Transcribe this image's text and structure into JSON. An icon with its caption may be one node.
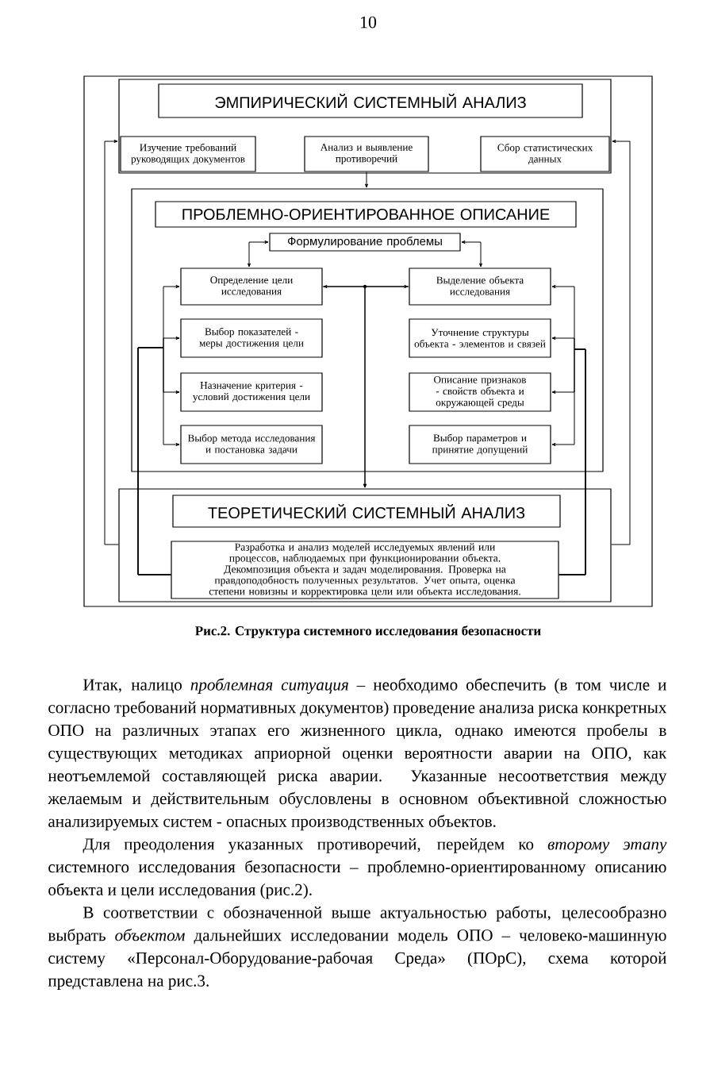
{
  "diagram": {
    "caption": "Рис.2. Структура системного исследования безопасности",
    "nodes": [
      {
        "text": [],
        "shape": "box"
      },
      {
        "text": [
          "ЭМПИРИЧЕСКИЙ СИСТЕМНЫЙ АНАЛИЗ"
        ],
        "in": 0
      },
      {
        "text": [
          "Изучение требований руководящих документов"
        ],
        "in": 0
      },
      {
        "text": [
          "Анализ и выявление противоречий"
        ],
        "in": 0
      },
      {
        "text": [
          "Сбор статистических данных"
        ],
        "in": 0
      },
      {
        "text": [],
        "shape": "box"
      },
      {
        "text": [
          "ПРОБЛЕМНО-ОРИЕНТИРОВАННОЕ ОПИСАНИЕ"
        ],
        "in": 5
      },
      {
        "text": [
          "Формулирование проблемы"
        ],
        "in": 5
      },
      {
        "text": [
          "Определение цели исследования"
        ],
        "in": 5
      },
      {
        "text": [
          "Выделение объекта исследования"
        ],
        "in": 5
      },
      {
        "text": [
          "Выбор показателей - меры достижения цели"
        ],
        "in": 5
      },
      {
        "text": [
          "Уточнение структуры объекта - элементов и связей"
        ],
        "in": 5
      },
      {
        "text": [
          "Назначение критерия - условий достижения цели"
        ],
        "in": 5
      },
      {
        "text": [
          "Описание признаков - свойств объекта и окружающей среды"
        ],
        "in": 5
      },
      {
        "text": [
          "Выбор метода исследования и постановка задачи"
        ],
        "in": 5
      },
      {
        "text": [
          "Выбор параметров и принятие допущений"
        ],
        "in": 5
      },
      {
        "text": [],
        "shape": "box"
      },
      {
        "text": [
          "ТЕОРЕТИЧЕСКИЙ СИСТЕМНЫЙ АНАЛИЗ"
        ],
        "in": 16
      },
      {
        "text": [
          "Разработка и анализ моделей исследуемых явлений или процессов, наблюдаемых при функционировании объекта. Декомпозиция объекта и задач моделирования. Проверка на правдоподобность полученных результатов. Учет опыта, оценка степени новизны и корректировка цели или объекта исследования."
        ],
        "in": 16
      }
    ],
    "edges": [
      {
        "from": 3,
        "to": 5,
        "arrow": "to"
      },
      {
        "from": 7,
        "to": 8,
        "arrow": "both"
      },
      {
        "from": 7,
        "to": 9,
        "arrow": "both"
      },
      {
        "from": 8,
        "to": 9,
        "arrow": "both"
      },
      {
        "from": 8,
        "to": 16,
        "arrow": "to"
      },
      {
        "from": 9,
        "to": 16,
        "arrow": "to"
      },
      {
        "from": 16,
        "to": 0,
        "arrow": "to"
      },
      {
        "from": 16,
        "to": 0,
        "arrow": "to"
      },
      {
        "from": 18,
        "to": 8,
        "arrow": "to"
      },
      {
        "from": 18,
        "to": 10,
        "arrow": "to"
      },
      {
        "from": 18,
        "to": 12,
        "arrow": "to"
      },
      {
        "from": 18,
        "to": 14,
        "arrow": "to"
      },
      {
        "from": 18,
        "to": 9,
        "arrow": "to"
      },
      {
        "from": 18,
        "to": 11,
        "arrow": "to"
      },
      {
        "from": 18,
        "to": 13,
        "arrow": "to"
      },
      {
        "from": 18,
        "to": 15,
        "arrow": "to"
      }
    ],
    "labels": [
      "10",
      "Итак, налицо *проблемная ситуация* – необходимо обеспечить (в том числе и согласно требований нормативных документов) проведение анализа риска конкретных ОПО на различных этапах его жизненного цикла, однако имеются пробелы в существующих методиках априорной оценки вероятности аварии на ОПО, как неотъемлемой составляющей риска аварии. Указанные несоответствия между желаемым и действительным обусловлены в основном объективной сложностью анализируемых систем - опасных производственных объектов.",
      "Для преодоления указанных противоречий, перейдем ко *второму этапу* системного исследования безопасности – проблемно-ориентированному описанию объекта и цели исследования (рис.2).",
      "В соответствии с обозначенной выше актуальностью работы, целесообразно выбрать *объектом* дальнейших исследовании модель ОПО – человеко-машинную систему «Персонал-Оборудование-рабочая Среда» (ПОрС), схема которой представлена на рис.3."
    ]
  }
}
